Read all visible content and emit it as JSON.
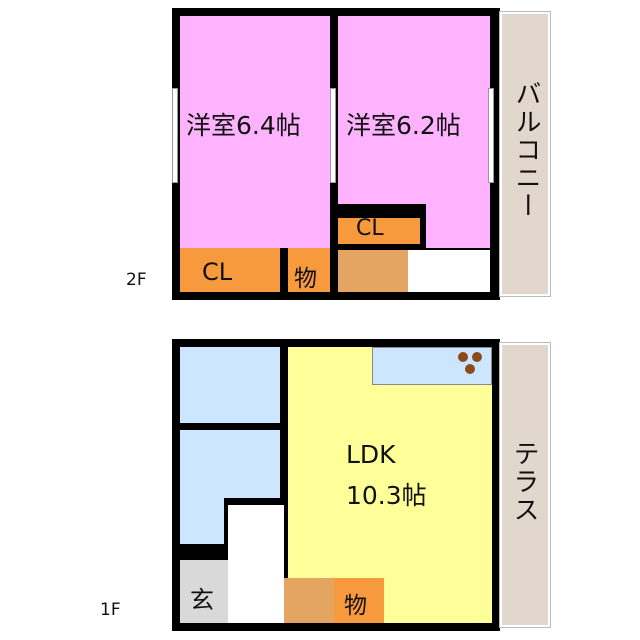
{
  "floor2": {
    "label": "2F",
    "room1": "洋室6.4帖",
    "room2": "洋室6.2帖",
    "closet1": "CL",
    "closet2": "CL",
    "storage": "物",
    "balcony": "バルコニー"
  },
  "floor1": {
    "label": "1F",
    "ldk": "LDK",
    "ldk_size": "10.3帖",
    "entrance": "玄",
    "storage": "物",
    "terrace": "テラス"
  },
  "colors": {
    "bedroom": "#ffb3ff",
    "closet": "#f79a3e",
    "ldk": "#ffff99",
    "wet_area": "#cce6ff",
    "balcony": "#e2d7cd"
  }
}
